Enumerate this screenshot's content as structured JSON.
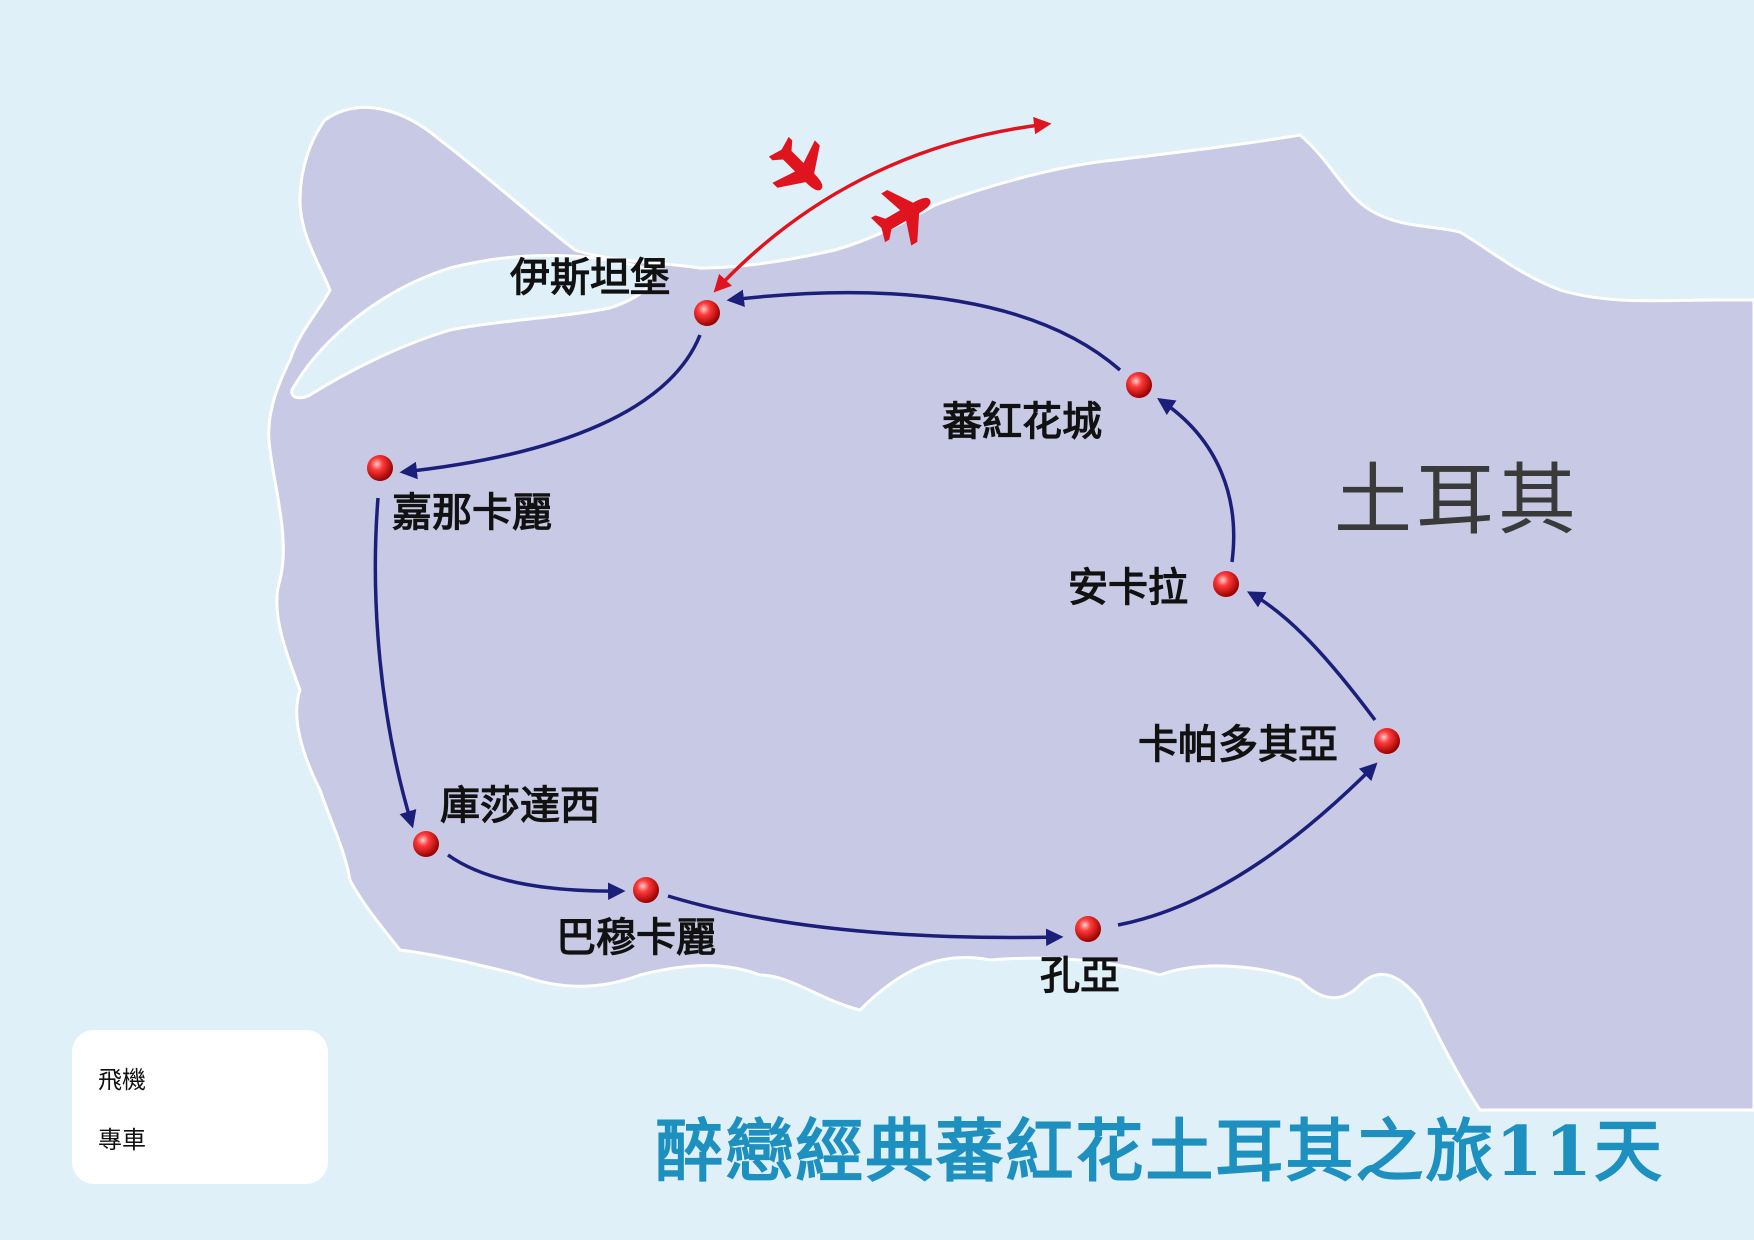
{
  "country": {
    "label": "土耳其"
  },
  "title": "醉戀經典蕃紅花土耳其之旅11天",
  "cities": [
    {
      "id": "istanbul",
      "label": "伊斯坦堡"
    },
    {
      "id": "canakkale",
      "label": "嘉那卡麗"
    },
    {
      "id": "kusadasi",
      "label": "庫莎達西"
    },
    {
      "id": "pamukkale",
      "label": "巴穆卡麗"
    },
    {
      "id": "konya",
      "label": "孔亞"
    },
    {
      "id": "cappadocia",
      "label": "卡帕多其亞"
    },
    {
      "id": "ankara",
      "label": "安卡拉"
    },
    {
      "id": "safranbolu",
      "label": "蕃紅花城"
    }
  ],
  "route": {
    "flight": [
      "istanbul"
    ],
    "coach": [
      "istanbul",
      "canakkale",
      "kusadasi",
      "pamukkale",
      "konya",
      "cappadocia",
      "ankara",
      "safranbolu",
      "istanbul"
    ]
  },
  "legend": {
    "flight": {
      "label": "飛機",
      "color": "#e0141e"
    },
    "coach": {
      "label": "專車",
      "color": "#1b1f7a"
    }
  },
  "colors": {
    "sea": "#dff0f9",
    "land": "#c8c9e4",
    "title": "#1e90c0",
    "marker": "#e0141e"
  }
}
